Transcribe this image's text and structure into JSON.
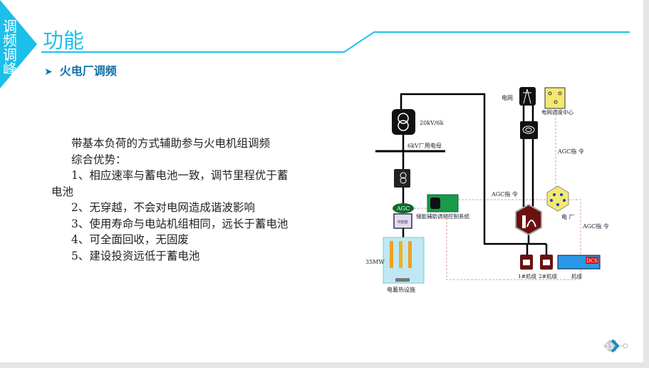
{
  "sidebar": {
    "label": "调频调峰"
  },
  "header": {
    "title": "功能",
    "subtitle": "火电厂调频",
    "bullet_icon": "arrow-bullet-icon"
  },
  "content": {
    "lines": [
      "带基本负荷的方式辅助参与火电机组调频",
      "综合优势：",
      "1、相应速率与蓄电池一致，调节里程优于蓄",
      "电池",
      "2、无穿越，不会对电网造成谐波影响",
      "3、使用寿命与电站机组相同，远长于蓄电池",
      "4、可全面回收，无固废",
      "5、建设投资远低于蓄电池"
    ]
  },
  "diagram": {
    "transformer_label": "20kV/6k",
    "bus_label": "6kV厂用电母",
    "agc": "AGC",
    "screen": "可控硅",
    "mw": "35MW",
    "heater": "电蓄热设施",
    "control": "储能辅助调频控制系统",
    "grid": "电网",
    "dispatch": "电网调度中心",
    "agc_cmd1": "AGC指 令",
    "agc_cmd2": "AGC指 令",
    "agc_cmd3": "AGC指 令",
    "plant": "电 厂",
    "unit1": "1#机组",
    "unit2": "2#机组",
    "unit3": "机组",
    "dcs": "DCS"
  },
  "footer": {
    "page": "11"
  },
  "colors": {
    "accent": "#1ec0ea",
    "dark_blue": "#1070a8"
  }
}
